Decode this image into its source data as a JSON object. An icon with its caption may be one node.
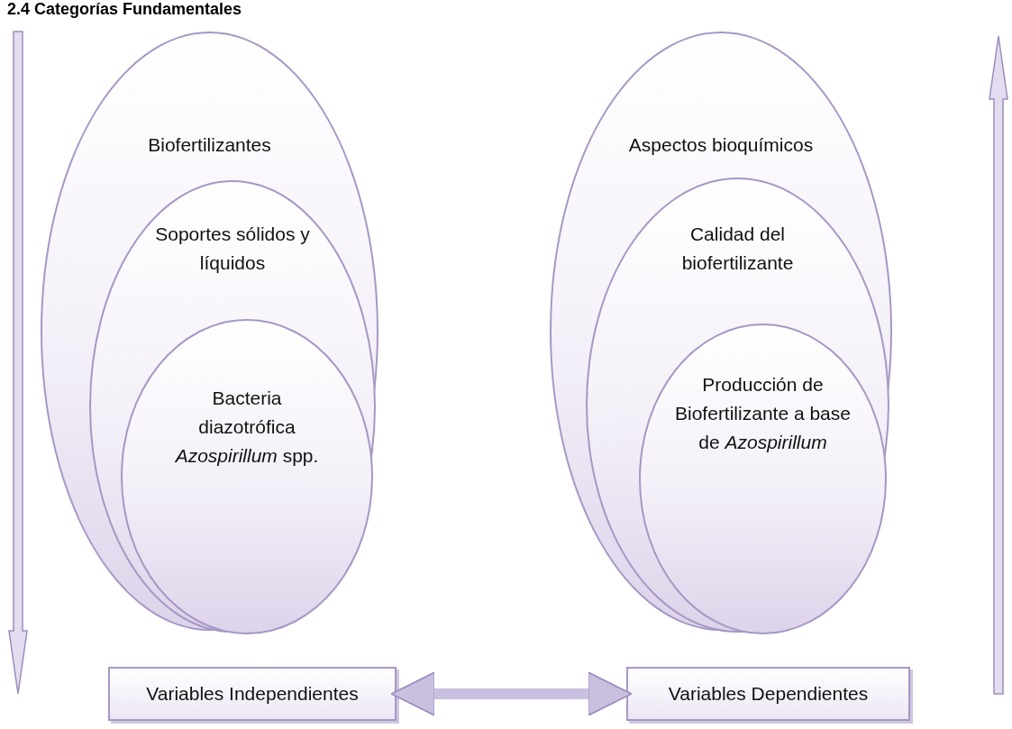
{
  "diagram": {
    "title": "2.4 Categorías Fundamentales",
    "nodes": [
      {
        "text": [
          "Biofertilizantes"
        ]
      },
      {
        "text": [
          "Soportes sólidos y líquidos"
        ],
        "in": 0
      },
      {
        "text": [
          "Bacteria diazotrófica *Azospirillum* spp."
        ],
        "in": 1
      },
      {
        "text": [
          "Aspectos bioquímicos"
        ]
      },
      {
        "text": [
          "Calidad del biofertilizante"
        ],
        "in": 3
      },
      {
        "text": [
          "Producción de Biofertilizante a base de *Azospirillum*"
        ],
        "in": 4
      },
      {
        "text": [
          "Variables Independientes"
        ]
      },
      {
        "text": [
          "Variables Dependientes"
        ]
      }
    ],
    "edges": [
      {
        "from": 6,
        "to": 7,
        "arrow": "both"
      }
    ]
  }
}
